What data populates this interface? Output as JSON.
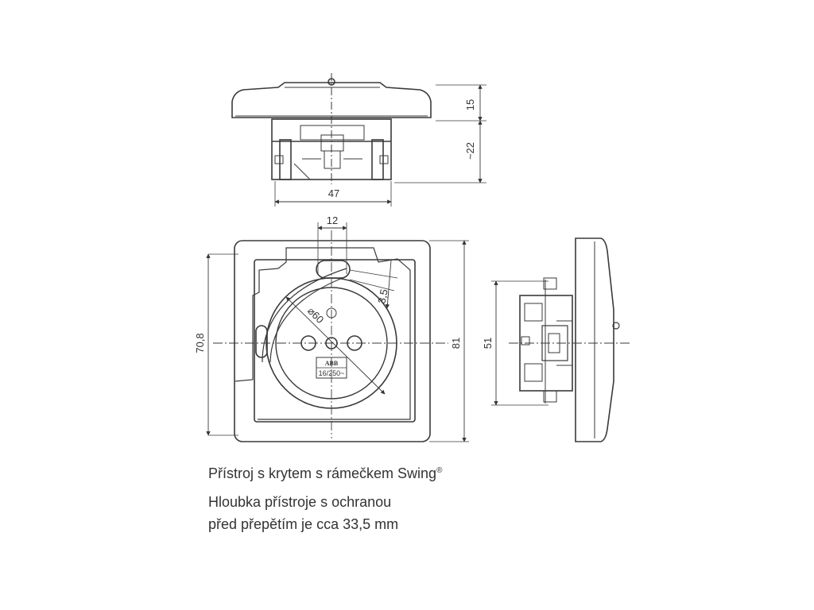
{
  "dimensions": {
    "top_height": "15",
    "top_depth": "~22",
    "top_width": "47",
    "hole_spacing": "12",
    "offset": "3,5",
    "diameter": "⌀60",
    "inner_height": "70,8",
    "outer_height": "81",
    "side_height": "51"
  },
  "socket_marking": {
    "brand": "ABB",
    "rating": "16/250~"
  },
  "caption": {
    "line1": "Přístroj s krytem s rámečkem Swing",
    "line1_mark": "®",
    "line2": "Hloubka přístroje s ochranou",
    "line3": "před přepětím je cca 33,5 mm"
  },
  "colors": {
    "line": "#3a3a3a",
    "fill": "#ffffff"
  }
}
